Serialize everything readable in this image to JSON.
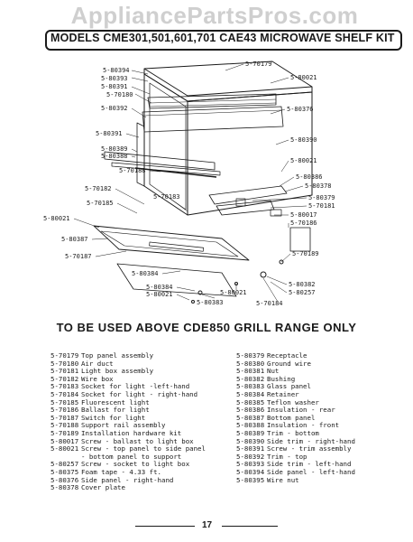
{
  "watermark": "AppliancePartsPros.com",
  "title": "MODELS CME301,501,601,701   CAE43  MICROWAVE SHELF KIT",
  "callouts": {
    "c_70179": "5-70179",
    "c_80021_a": "5-80021",
    "c_80394": "5-80394",
    "c_80393": "5-80393",
    "c_80391_a": "5-80391",
    "c_70180": "5-70180",
    "c_80376": "5-80376",
    "c_80392": "5-80392",
    "c_80391_b": "5-80391",
    "c_80390": "5-80390",
    "c_80389": "5-80389",
    "c_80388": "5-80388",
    "c_80021_b": "5-80021",
    "c_70188": "5-70188",
    "c_80386": "5-80386",
    "c_80378": "5-80378",
    "c_70182": "5-70182",
    "c_70183": "5-70183",
    "c_80379": "5-80379",
    "c_70181": "5-70181",
    "c_70185": "5-70185",
    "c_80017": "5-80017",
    "c_80021_c": "5-80021",
    "c_70186": "5-70186",
    "c_80387": "5-80387",
    "c_70187": "5-70187",
    "c_70189": "5-70189",
    "c_80384_a": "5-80384",
    "c_80384_b": "5-80384",
    "c_80021_d": "5-80021",
    "c_80382": "5-80382",
    "c_80021_e": "5-80021",
    "c_80257": "5-80257",
    "c_80383": "5-80383",
    "c_70184": "5-70184"
  },
  "subtitle": "TO BE USED ABOVE CDE850 GRILL RANGE ONLY",
  "parts_left": [
    {
      "num": "5-70179",
      "desc": "Top panel assembly"
    },
    {
      "num": "5-70180",
      "desc": "Air duct"
    },
    {
      "num": "5-70181",
      "desc": "Light box assembly"
    },
    {
      "num": "5-70182",
      "desc": "Wire box"
    },
    {
      "num": "5-70183",
      "desc": "Socket for light -left-hand"
    },
    {
      "num": "5-70184",
      "desc": "Socket for light - right-hand"
    },
    {
      "num": "5-70185",
      "desc": "Fluorescent light"
    },
    {
      "num": "5-70186",
      "desc": "Ballast for light"
    },
    {
      "num": "5-70187",
      "desc": "Switch for light"
    },
    {
      "num": "5-70188",
      "desc": "Support rail assembly"
    },
    {
      "num": "5-70189",
      "desc": "Installation hardware kit"
    },
    {
      "num": "5-80017",
      "desc": "Screw - ballast to light box"
    },
    {
      "num": "5-80021",
      "desc": "Screw - top panel to side panel"
    },
    {
      "num": "",
      "desc": "- bottom panel to support"
    },
    {
      "num": "5-80257",
      "desc": "Screw - socket to light box"
    },
    {
      "num": "5-80375",
      "desc": "Foam tape - 4.33 ft."
    },
    {
      "num": "5-80376",
      "desc": "Side panel - right-hand"
    },
    {
      "num": "5-80378",
      "desc": "Cover plate"
    }
  ],
  "parts_right": [
    {
      "num": "5-80379",
      "desc": "Receptacle"
    },
    {
      "num": "5-80380",
      "desc": "Ground wire"
    },
    {
      "num": "5-80381",
      "desc": "Nut"
    },
    {
      "num": "5-80382",
      "desc": "Bushing"
    },
    {
      "num": "5-80383",
      "desc": "Glass panel"
    },
    {
      "num": "5-80384",
      "desc": "Retainer"
    },
    {
      "num": "5-80385",
      "desc": "Teflon washer"
    },
    {
      "num": "5-80386",
      "desc": "Insulation - rear"
    },
    {
      "num": "5-80387",
      "desc": "Bottom panel"
    },
    {
      "num": "5-80388",
      "desc": "Insulation - front"
    },
    {
      "num": "5-80389",
      "desc": "Trim - bottom"
    },
    {
      "num": "5-80390",
      "desc": "Side trim - right-hand"
    },
    {
      "num": "5-80391",
      "desc": "Screw - trim assembly"
    },
    {
      "num": "5-80392",
      "desc": "Trim - top"
    },
    {
      "num": "5-80393",
      "desc": "Side trim - left-hand"
    },
    {
      "num": "5-80394",
      "desc": "Side panel - left-hand"
    },
    {
      "num": "5-80395",
      "desc": "Wire nut"
    }
  ],
  "page_number": "17"
}
